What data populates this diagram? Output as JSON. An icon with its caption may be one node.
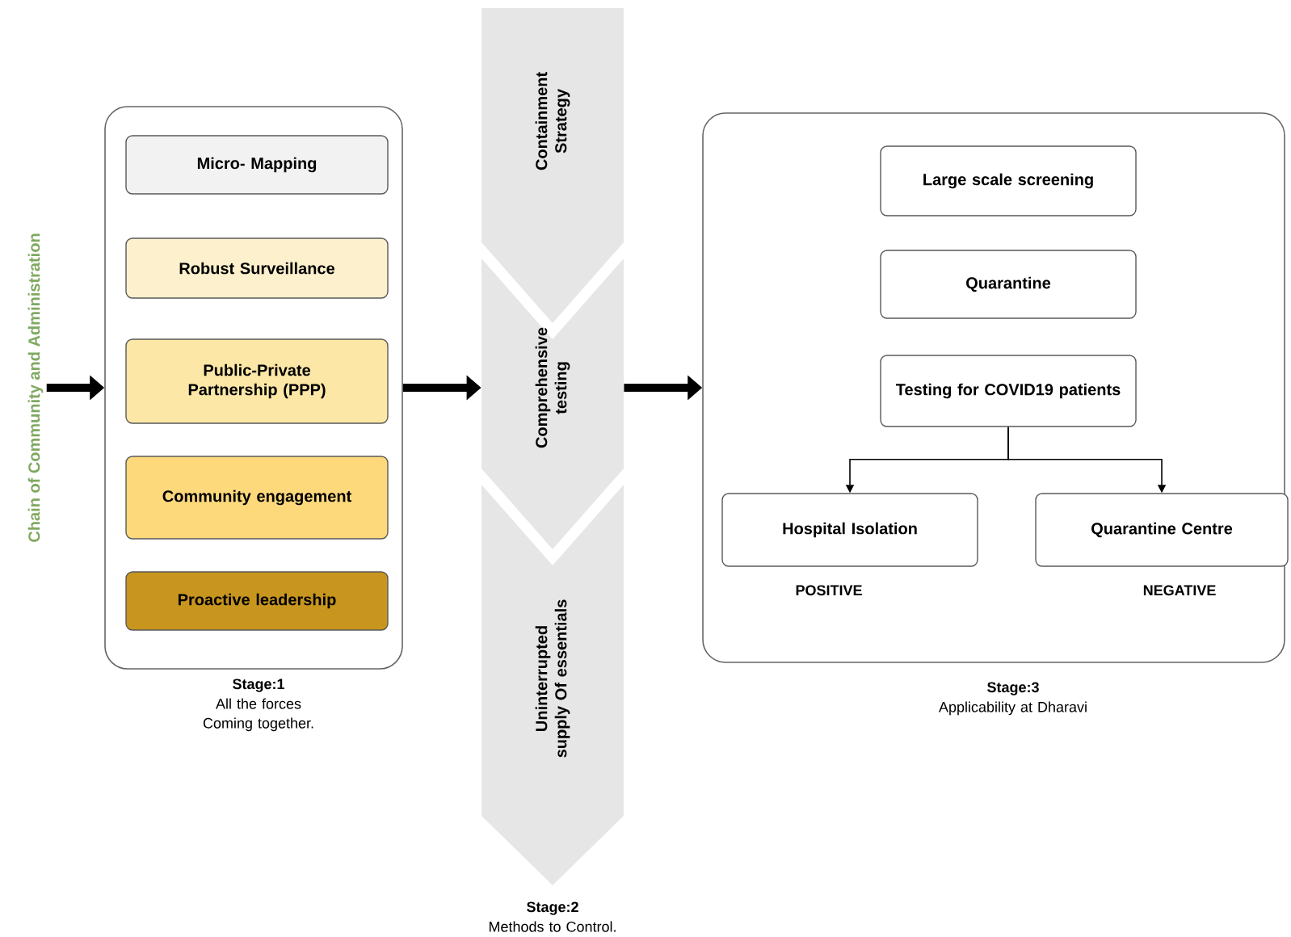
{
  "diagram": {
    "nodes": [
      {
        "text": [
          "Chain of Community and Administration"
        ]
      },
      {
        "text": [],
        "shape": "box",
        "beside": [
          "Stage:1",
          "All the forces Coming together."
        ]
      },
      {
        "text": [
          "Micro- Mapping"
        ],
        "in": 1
      },
      {
        "text": [
          "Robust Surveillance"
        ],
        "in": 1
      },
      {
        "text": [
          "Public-Private Partnership (PPP)"
        ],
        "in": 1
      },
      {
        "text": [
          "Community engagement"
        ],
        "in": 1
      },
      {
        "text": [
          "Proactive leadership"
        ],
        "in": 1
      },
      {
        "text": [
          "Containment Strategy"
        ]
      },
      {
        "text": [
          "Comprehensive testing"
        ]
      },
      {
        "text": [
          "Uninterrupted supply Of essentials"
        ],
        "beside": [
          "Stage:2",
          "Methods to Control."
        ]
      },
      {
        "text": [],
        "shape": "box",
        "beside": [
          "Stage:3",
          "Applicability at Dharavi"
        ]
      },
      {
        "text": [
          "Large scale screening"
        ],
        "in": 10
      },
      {
        "text": [
          "Quarantine"
        ],
        "in": 10
      },
      {
        "text": [
          "Testing for COVID19 patients"
        ],
        "in": 10
      },
      {
        "text": [
          "Hospital Isolation"
        ],
        "in": 10,
        "beside": [
          "POSITIVE"
        ]
      },
      {
        "text": [
          "Quarantine Centre"
        ],
        "in": 10,
        "beside": [
          "NEGATIVE"
        ]
      }
    ],
    "edges": [
      {
        "from": 0,
        "to": 1,
        "arrow": "to"
      },
      {
        "from": 1,
        "to": 8,
        "arrow": "to"
      },
      {
        "from": 8,
        "to": 10,
        "arrow": "to"
      },
      {
        "from": 13,
        "to": 14,
        "arrow": "to"
      },
      {
        "from": 13,
        "to": 15,
        "arrow": "to"
      }
    ]
  }
}
